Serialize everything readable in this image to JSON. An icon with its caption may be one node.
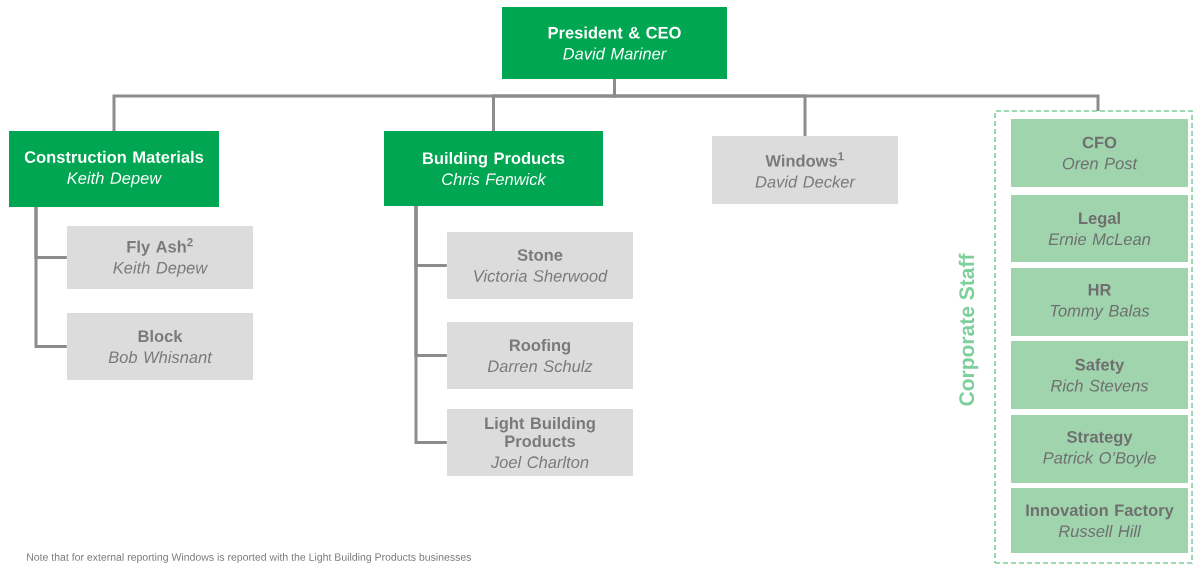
{
  "diagram": {
    "nodes": [
      {
        "text": [
          "President & CEO",
          "David Mariner"
        ]
      },
      {
        "text": [
          "Construction Materials",
          "Keith Depew"
        ]
      },
      {
        "text": [
          "Building Products",
          "Chris Fenwick"
        ]
      },
      {
        "text": [
          "Windows$^{1}$",
          "David Decker"
        ]
      },
      {
        "text": [
          "Corporate Staff"
        ]
      },
      {
        "text": [
          "CFO",
          "Oren Post"
        ],
        "in": 4
      },
      {
        "text": [
          "Legal",
          "Ernie McLean"
        ],
        "in": 4
      },
      {
        "text": [
          "HR",
          "Tommy Balas"
        ],
        "in": 4
      },
      {
        "text": [
          "Safety",
          "Rich Stevens"
        ],
        "in": 4
      },
      {
        "text": [
          "Strategy",
          "Patrick O’Boyle"
        ],
        "in": 4
      },
      {
        "text": [
          "Innovation Factory",
          "Russell Hill"
        ],
        "in": 4
      },
      {
        "text": [
          "Fly Ash$^{2}$",
          "Keith Depew"
        ]
      },
      {
        "text": [
          "Block",
          "Bob Whisnant"
        ]
      },
      {
        "text": [
          "Stone",
          "Victoria Sherwood"
        ]
      },
      {
        "text": [
          "Roofing",
          "Darren Schulz"
        ]
      },
      {
        "text": [
          "Light Building Products",
          "Joel Charlton"
        ]
      }
    ],
    "edges": [
      {
        "from": 0,
        "to": 1,
        "arrow": "none"
      },
      {
        "from": 0,
        "to": 2,
        "arrow": "none"
      },
      {
        "from": 0,
        "to": 3,
        "arrow": "none"
      },
      {
        "from": 0,
        "to": 4,
        "arrow": "none"
      },
      {
        "from": 1,
        "to": 11,
        "arrow": "none"
      },
      {
        "from": 1,
        "to": 12,
        "arrow": "none"
      },
      {
        "from": 2,
        "to": 13,
        "arrow": "none"
      },
      {
        "from": 2,
        "to": 14,
        "arrow": "none"
      },
      {
        "from": 2,
        "to": 15,
        "arrow": "none"
      }
    ],
    "labels": [
      "Note that for external reporting Windows is reported with the Light Building Products businesses"
    ]
  }
}
